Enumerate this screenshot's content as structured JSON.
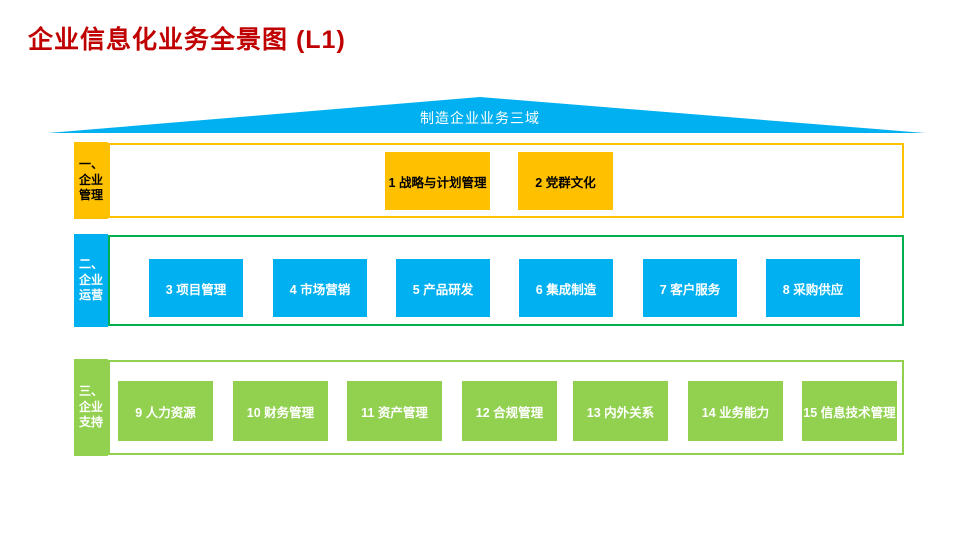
{
  "page": {
    "title": "企业信息化业务全景图 (L1)",
    "title_color": "#C00000"
  },
  "roof": {
    "label": "制造企业业务三域",
    "color": "#00B0F0",
    "text_color": "#FFFFFF"
  },
  "bands": [
    {
      "id": "management",
      "label_lines": [
        "一、",
        "企业",
        "管理"
      ],
      "label_color": "#FFC000",
      "label_text_color": "#000000",
      "border_color": "#FFC000",
      "box_color": "#FFC000",
      "box_text_color": "#000000",
      "boxes": [
        "1 战略与计划管理",
        "2 党群文化"
      ]
    },
    {
      "id": "operations",
      "label_lines": [
        "二、",
        "企业",
        "运营"
      ],
      "label_color": "#00B0F0",
      "label_text_color": "#FFFFFF",
      "border_color": "#00B050",
      "box_color": "#00B0F0",
      "box_text_color": "#FFFFFF",
      "boxes": [
        "3 项目管理",
        "4 市场营销",
        "5 产品研发",
        "6 集成制造",
        "7 客户服务",
        "8 采购供应"
      ]
    },
    {
      "id": "support",
      "label_lines": [
        "三、",
        "企业",
        "支持"
      ],
      "label_color": "#92D050",
      "label_text_color": "#FFFFFF",
      "border_color": "#92D050",
      "box_color": "#92D050",
      "box_text_color": "#FFFFFF",
      "boxes": [
        "9 人力资源",
        "10 财务管理",
        "11 资产管理",
        "12 合规管理",
        "13 内外关系",
        "14 业务能力",
        "15 信息技术管理"
      ]
    }
  ]
}
